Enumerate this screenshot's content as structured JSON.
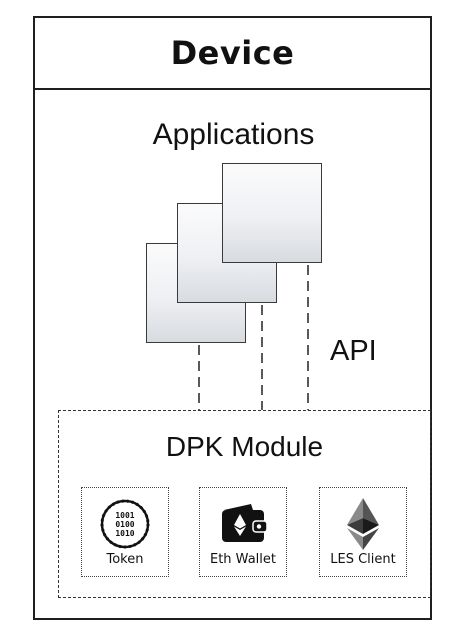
{
  "device": {
    "title": "Device"
  },
  "applications": {
    "label": "Applications",
    "cards": [
      {
        "name": "app-card-1"
      },
      {
        "name": "app-card-2"
      },
      {
        "name": "app-card-3"
      }
    ]
  },
  "api": {
    "label": "API"
  },
  "dpk_module": {
    "label": "DPK Module",
    "components": [
      {
        "label": "Token",
        "icon": "binary-data-icon"
      },
      {
        "label": "Eth Wallet",
        "icon": "wallet-icon"
      },
      {
        "label": "LES Client",
        "icon": "ethereum-icon"
      }
    ]
  },
  "token_icon": {
    "binary_lines": [
      "1001",
      "0100",
      "1010"
    ]
  }
}
